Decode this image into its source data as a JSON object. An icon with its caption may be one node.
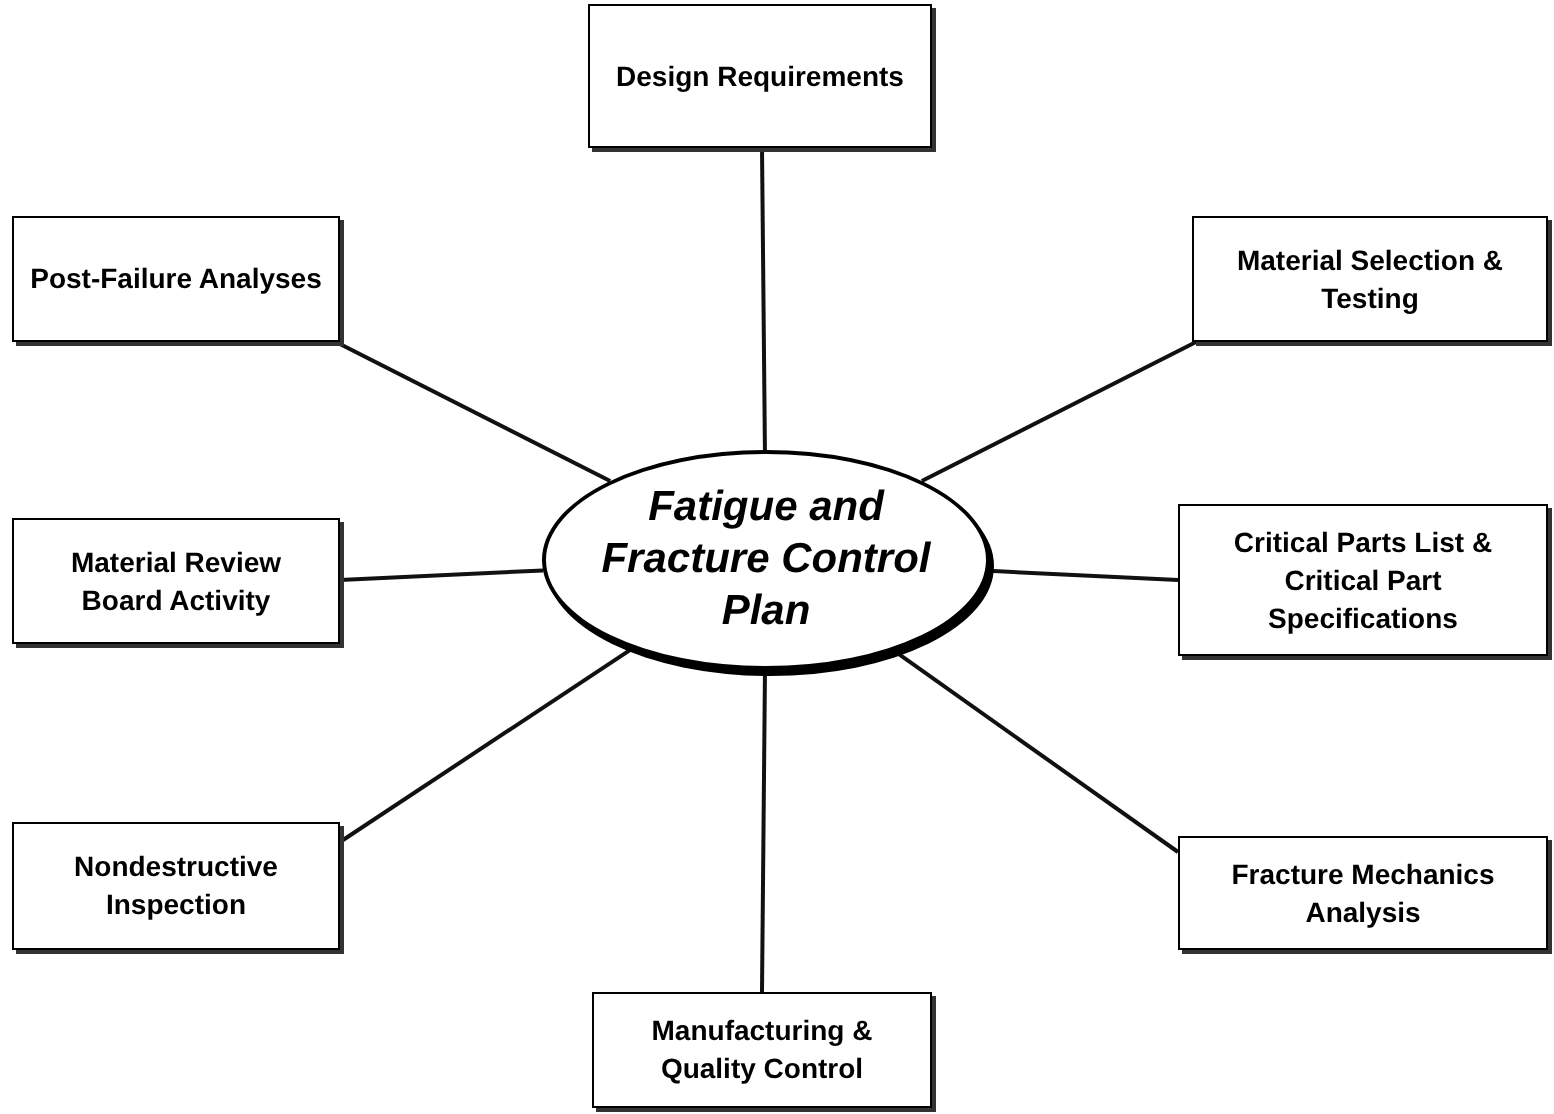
{
  "diagram": {
    "nodes": [
      {
        "text": [
          "Design Requirements"
        ]
      },
      {
        "text": [
          "Post-Failure Analyses"
        ]
      },
      {
        "text": [
          "Material Selection & Testing"
        ]
      },
      {
        "text": [
          "Fatigue and Fracture Control Plan"
        ]
      },
      {
        "text": [
          "Material Review Board Activity"
        ]
      },
      {
        "text": [
          "Critical Parts List & Critical Part Specifications"
        ]
      },
      {
        "text": [
          "Nondestructive Inspection"
        ]
      },
      {
        "text": [
          "Fracture Mechanics Analysis"
        ]
      },
      {
        "text": [
          "Manufacturing & Quality Control"
        ]
      }
    ],
    "edges": [
      {
        "from": 3,
        "to": 0,
        "arrow": "none"
      },
      {
        "from": 3,
        "to": 1,
        "arrow": "none"
      },
      {
        "from": 3,
        "to": 2,
        "arrow": "none"
      },
      {
        "from": 3,
        "to": 4,
        "arrow": "none"
      },
      {
        "from": 3,
        "to": 5,
        "arrow": "none"
      },
      {
        "from": 3,
        "to": 6,
        "arrow": "none"
      },
      {
        "from": 3,
        "to": 7,
        "arrow": "none"
      },
      {
        "from": 3,
        "to": 8,
        "arrow": "none"
      }
    ]
  }
}
